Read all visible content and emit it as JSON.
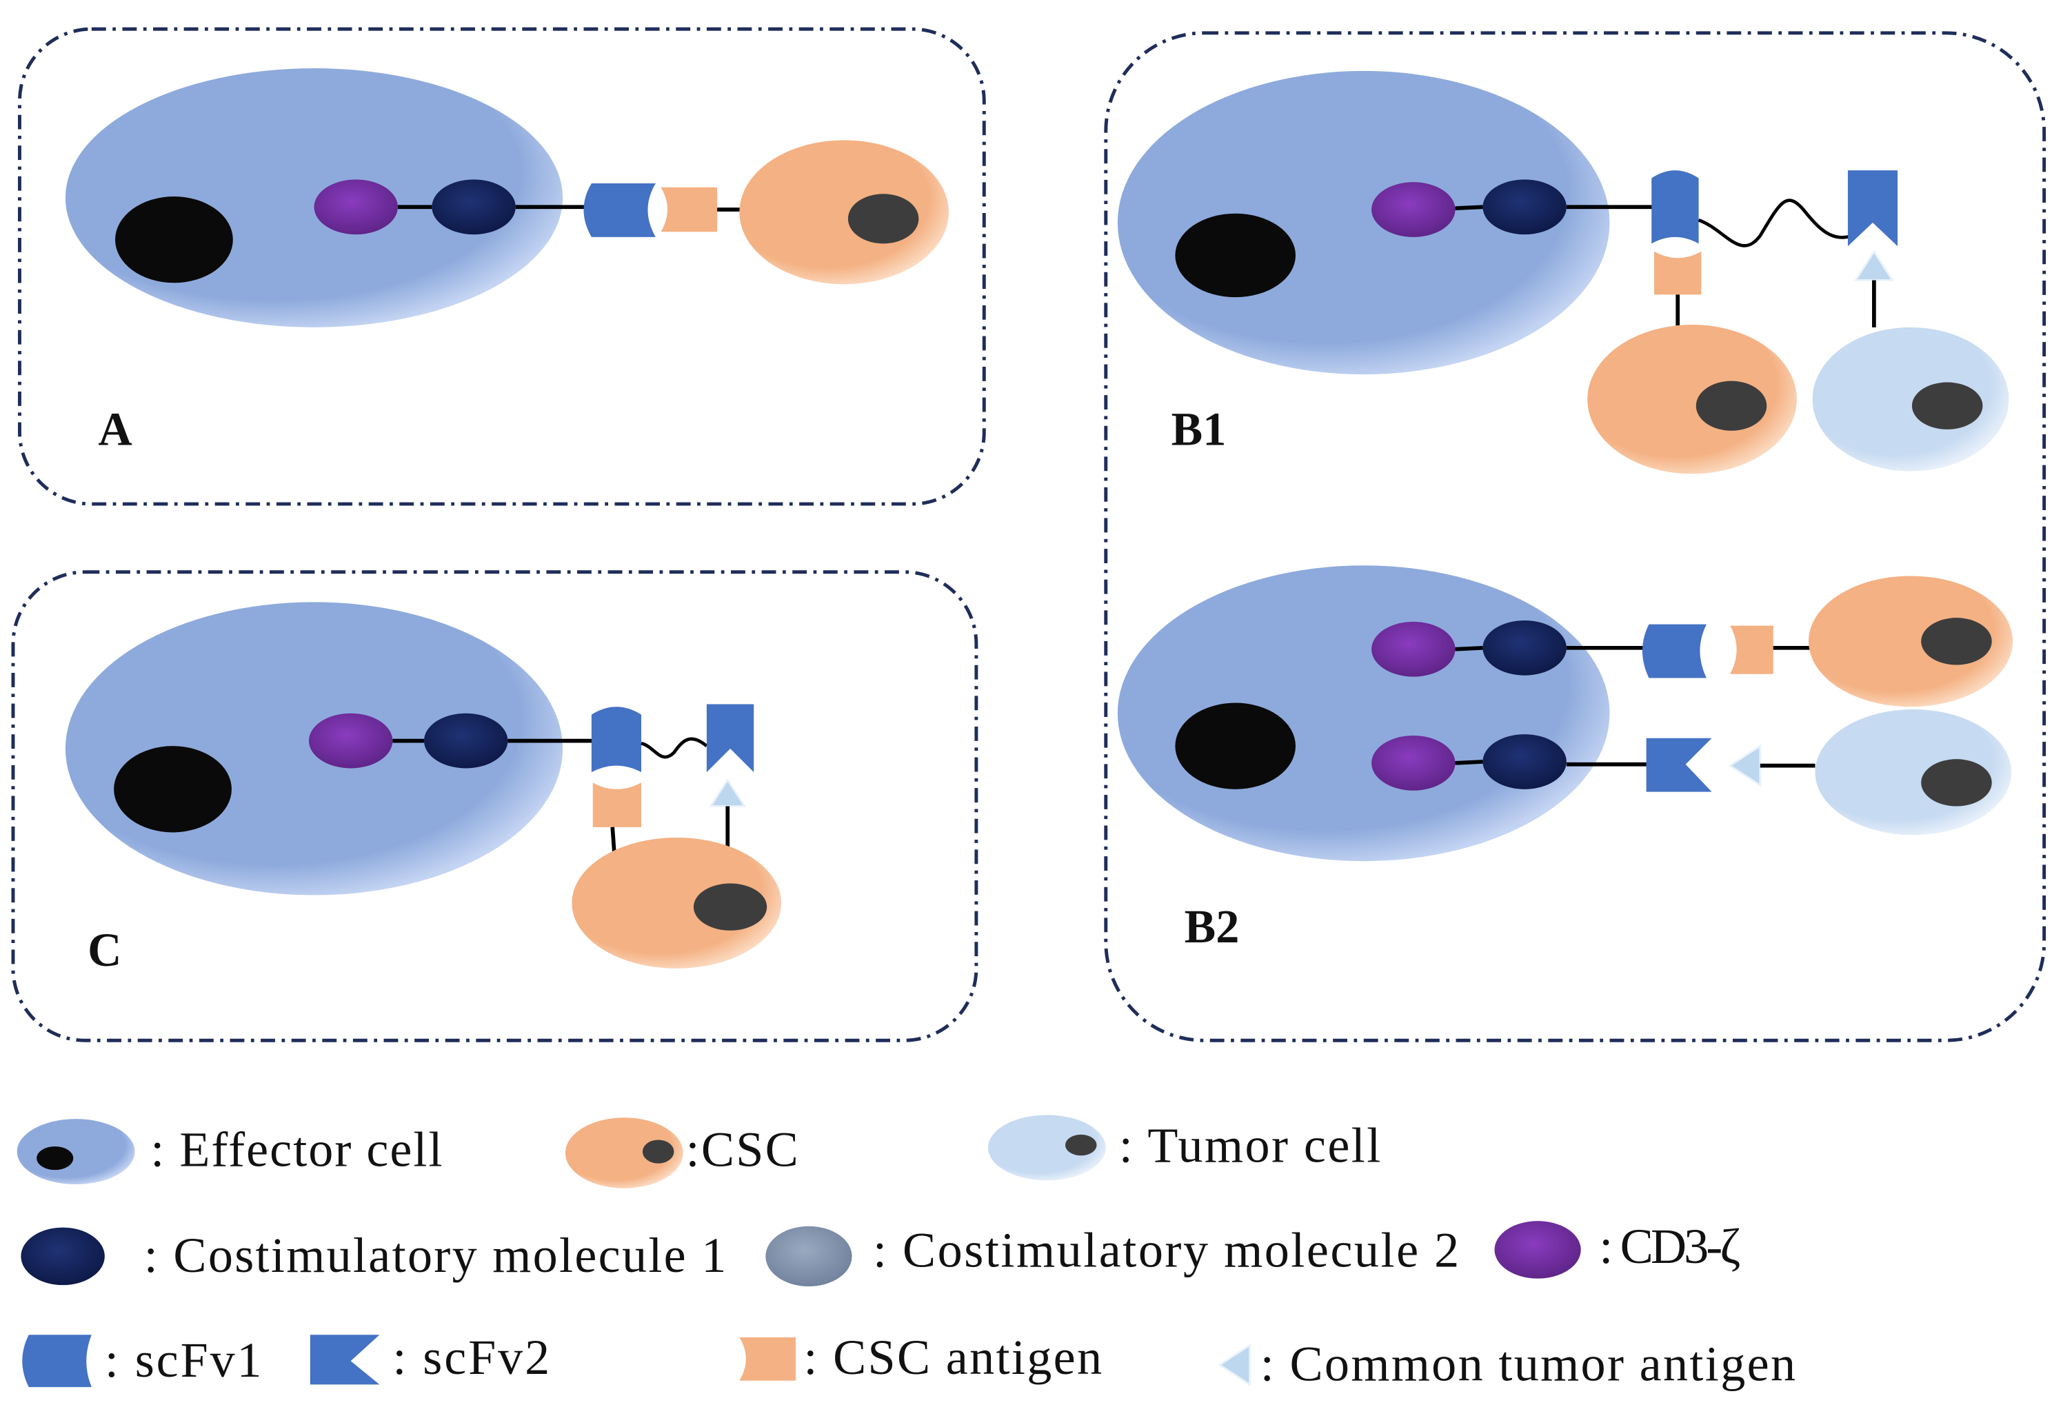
{
  "panels": {
    "a": {
      "label": "A"
    },
    "b1": {
      "label": "B1"
    },
    "b2": {
      "label": "B2"
    },
    "c": {
      "label": "C"
    }
  },
  "legend": {
    "items": [
      {
        "icon": "effector-cell-icon",
        "label": ": Effector cell"
      },
      {
        "icon": "csc-icon",
        "label": ":CSC"
      },
      {
        "icon": "tumor-cell-icon",
        "label": ": Tumor cell"
      },
      {
        "icon": "costimulatory-molecule-1-icon",
        "label": ": Costimulatory molecule 1"
      },
      {
        "icon": "costimulatory-molecule-2-icon",
        "label": ": Costimulatory molecule 2"
      },
      {
        "icon": "cd3-zeta-icon",
        "label": ": CD3-ζ"
      },
      {
        "icon": "scfv1-icon",
        "label": ": scFv1"
      },
      {
        "icon": "scfv2-icon",
        "label": ": scFv2"
      },
      {
        "icon": "csc-antigen-icon",
        "label": ": CSC antigen"
      },
      {
        "icon": "common-tumor-antigen-icon",
        "label": ": Common tumor antigen"
      }
    ]
  },
  "colors": {
    "effector": "#8eaadc",
    "effector_rim": "#c4d4f3",
    "csc": "#f4b183",
    "csc_rim": "#fbd9bf",
    "tumor": "#c6daf1",
    "tumor_rim": "#e8f0fa",
    "cd3_zeta": "#8a3cbf",
    "cd3_zeta_edge": "#5c2385",
    "costim_1": "#1f3274",
    "costim_1_edge": "#0c1845",
    "costim_2": "#9aa9c0",
    "costim_2_edge": "#6f809b",
    "scfv": "#4472c4",
    "csc_antigen": "#f4b183",
    "common_antigen": "#bdd7ee",
    "nucleus": "#0a0a0a",
    "small_nucleus": "#3d3d3d",
    "border": "#1f2d5a"
  }
}
